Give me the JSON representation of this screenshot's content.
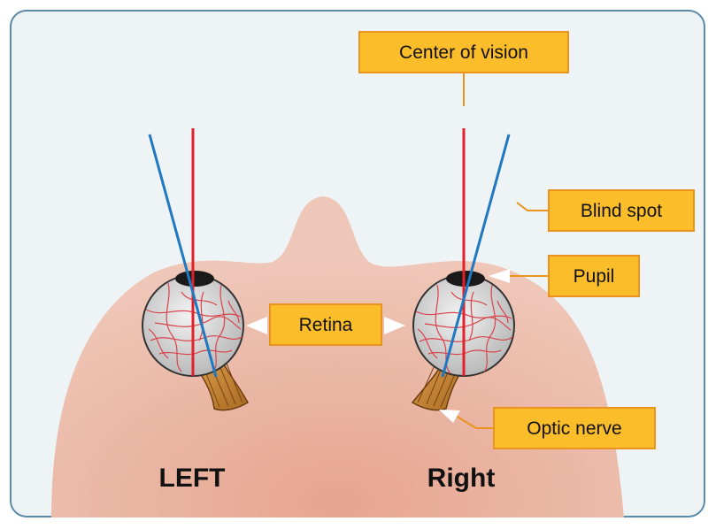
{
  "labels": {
    "center_of_vision": "Center of vision",
    "blind_spot": "Blind spot",
    "pupil": "Pupil",
    "retina": "Retina",
    "optic_nerve": "Optic nerve"
  },
  "sides": {
    "left": "LEFT",
    "right": "Right"
  },
  "colors": {
    "background_panel": "#eef3f6",
    "panel_border": "#5b8aa8",
    "head_skin": "#e7b3a2",
    "label_fill": "#fbbd2a",
    "label_border": "#e8941e",
    "leader_line": "#e8941e",
    "center_line": "#e2212b",
    "blind_spot_line": "#1f78c0",
    "optic_nerve": "#c88a3a",
    "eyeball": "#dcdcdc",
    "pupil": "#1a1a1a"
  }
}
